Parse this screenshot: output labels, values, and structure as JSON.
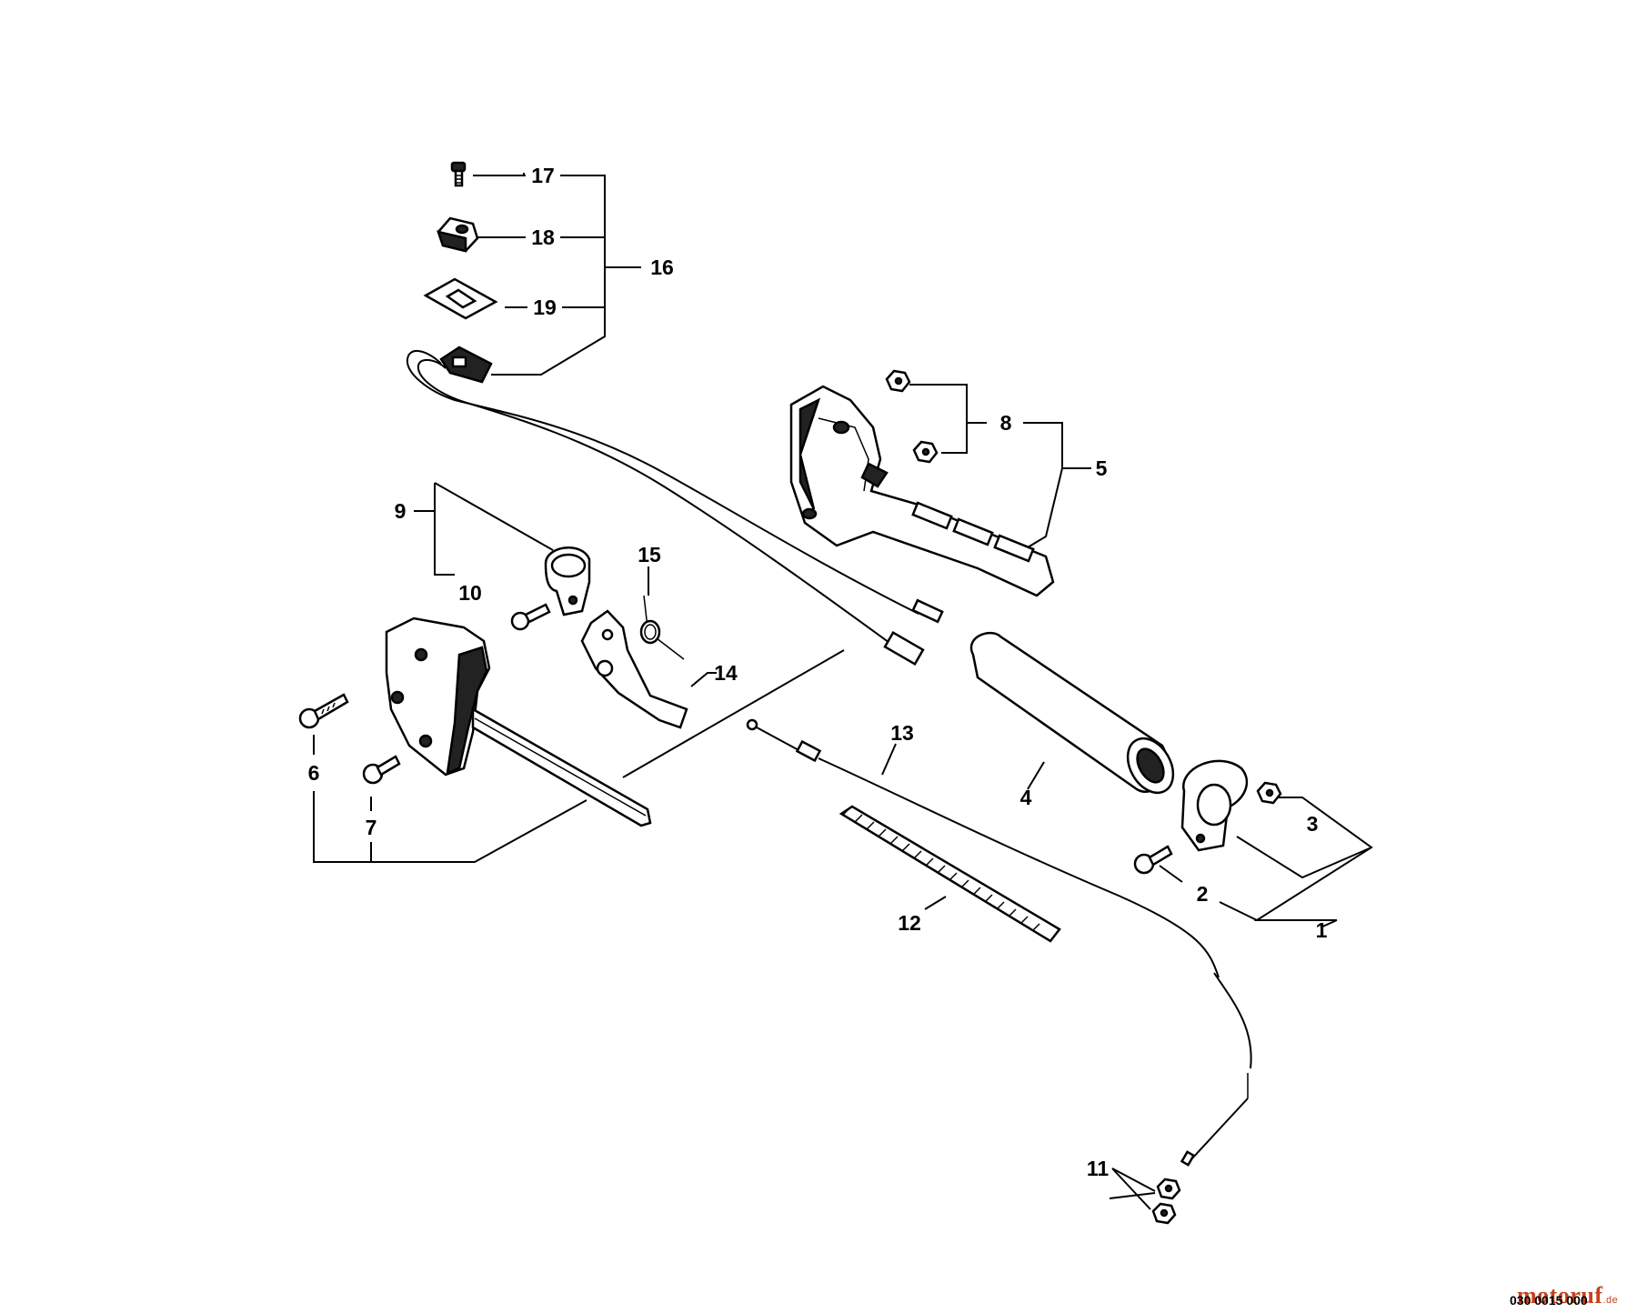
{
  "callouts": {
    "c1": "1",
    "c2": "2",
    "c3": "3",
    "c4": "4",
    "c5": "5",
    "c6": "6",
    "c7": "7",
    "c8": "8",
    "c9": "9",
    "c10": "10",
    "c11": "11",
    "c12": "12",
    "c13": "13",
    "c14": "14",
    "c15": "15",
    "c16": "16",
    "c17": "17",
    "c18": "18",
    "c19": "19"
  },
  "drawing_code": "030 0015 000",
  "watermark": {
    "name": "motoruf",
    "tld": ".de"
  },
  "colors": {
    "line": "#000000",
    "background": "#ffffff",
    "watermark": "#c8401a"
  }
}
